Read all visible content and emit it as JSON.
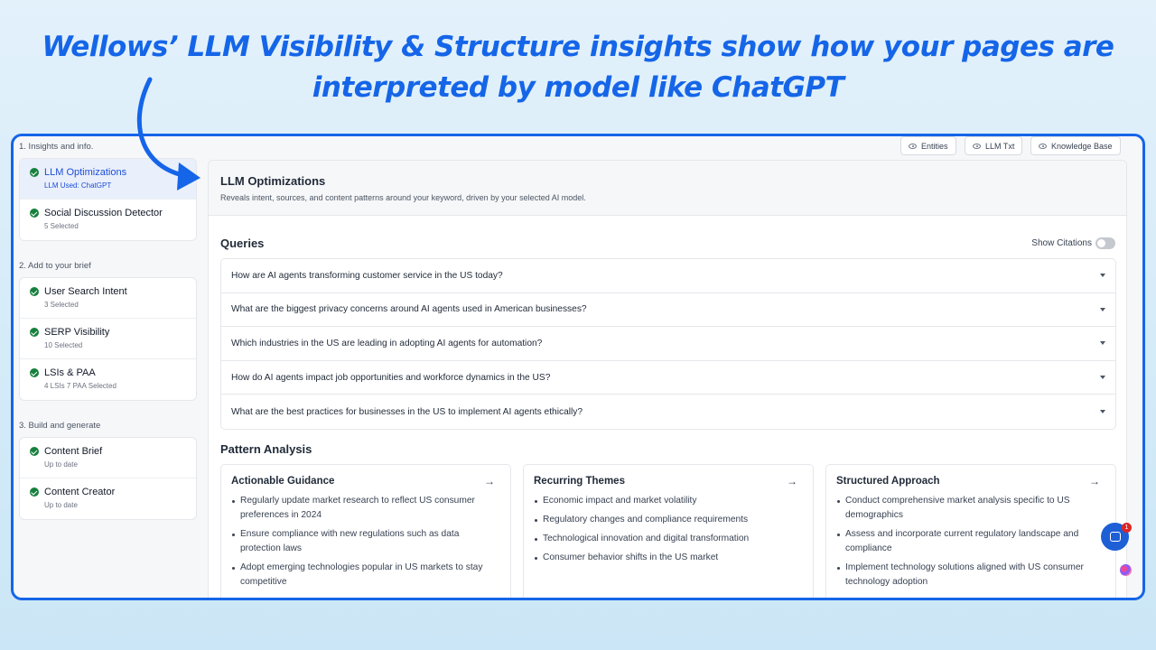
{
  "headline": {
    "line1": "Wellows’ LLM Visibility & Structure insights show how your pages are",
    "line2": "interpreted by model like ChatGPT"
  },
  "colors": {
    "accent": "#1565e8",
    "check": "#17803d",
    "badge": "#dc2626"
  },
  "sidebar": {
    "sections": [
      {
        "label": "1. Insights and info.",
        "items": [
          {
            "title": "LLM Optimizations",
            "sub": "LLM Used: ChatGPT",
            "active": true
          },
          {
            "title": "Social Discussion Detector",
            "sub": "5 Selected"
          }
        ]
      },
      {
        "label": "2. Add to your brief",
        "items": [
          {
            "title": "User Search Intent",
            "sub": "3 Selected"
          },
          {
            "title": "SERP Visibility",
            "sub": "10 Selected"
          },
          {
            "title": "LSIs & PAA",
            "sub": "4 LSIs 7 PAA Selected"
          }
        ]
      },
      {
        "label": "3. Build and generate",
        "items": [
          {
            "title": "Content Brief",
            "sub": "Up to date"
          },
          {
            "title": "Content Creator",
            "sub": "Up to date"
          }
        ]
      }
    ]
  },
  "topbar": {
    "entities": "Entities",
    "llm_txt": "LLM Txt",
    "knowledge_base": "Knowledge Base"
  },
  "main": {
    "title": "LLM Optimizations",
    "description": "Reveals intent, sources, and content patterns around your keyword, driven by your selected AI model.",
    "queries_title": "Queries",
    "show_citations": "Show Citations",
    "queries": [
      "How are AI agents transforming customer service in the US today?",
      "What are the biggest privacy concerns around AI agents used in American businesses?",
      "Which industries in the US are leading in adopting AI agents for automation?",
      "How do AI agents impact job opportunities and workforce dynamics in the US?",
      "What are the best practices for businesses in the US to implement AI agents ethically?"
    ],
    "pattern_title": "Pattern Analysis",
    "patterns": [
      {
        "title": "Actionable Guidance",
        "items": [
          "Regularly update market research to reflect US consumer preferences in 2024",
          "Ensure compliance with new regulations such as data protection laws",
          "Adopt emerging technologies popular in US markets to stay competitive"
        ]
      },
      {
        "title": "Recurring Themes",
        "items": [
          "Economic impact and market volatility",
          "Regulatory changes and compliance requirements",
          "Technological innovation and digital transformation",
          "Consumer behavior shifts in the US market"
        ]
      },
      {
        "title": "Structured Approach",
        "items": [
          "Conduct comprehensive market analysis specific to US demographics",
          "Assess and incorporate current regulatory landscape and compliance",
          "Implement technology solutions aligned with US consumer technology adoption"
        ]
      }
    ]
  },
  "chat": {
    "badge_count": "1"
  }
}
